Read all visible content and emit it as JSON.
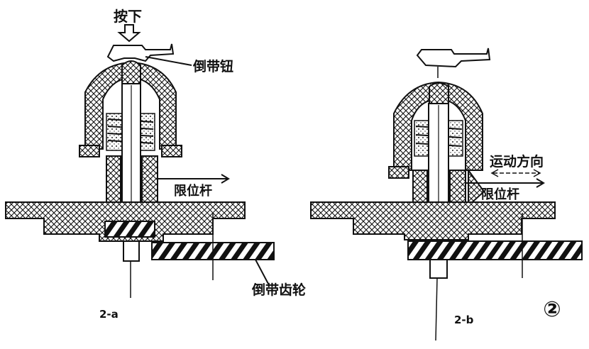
{
  "figure_a": {
    "press_label": "按下",
    "rewind_button_label": "倒带钮",
    "limit_rod_label": "限位杆",
    "rewind_gear_label": "倒带齿轮",
    "caption": "2-a"
  },
  "figure_b": {
    "motion_direction_label": "运动方向",
    "limit_rod_label": "限位杆",
    "caption": "2-b"
  },
  "figure_number": "②",
  "colors": {
    "ink": "#111111",
    "paper": "#ffffff"
  }
}
